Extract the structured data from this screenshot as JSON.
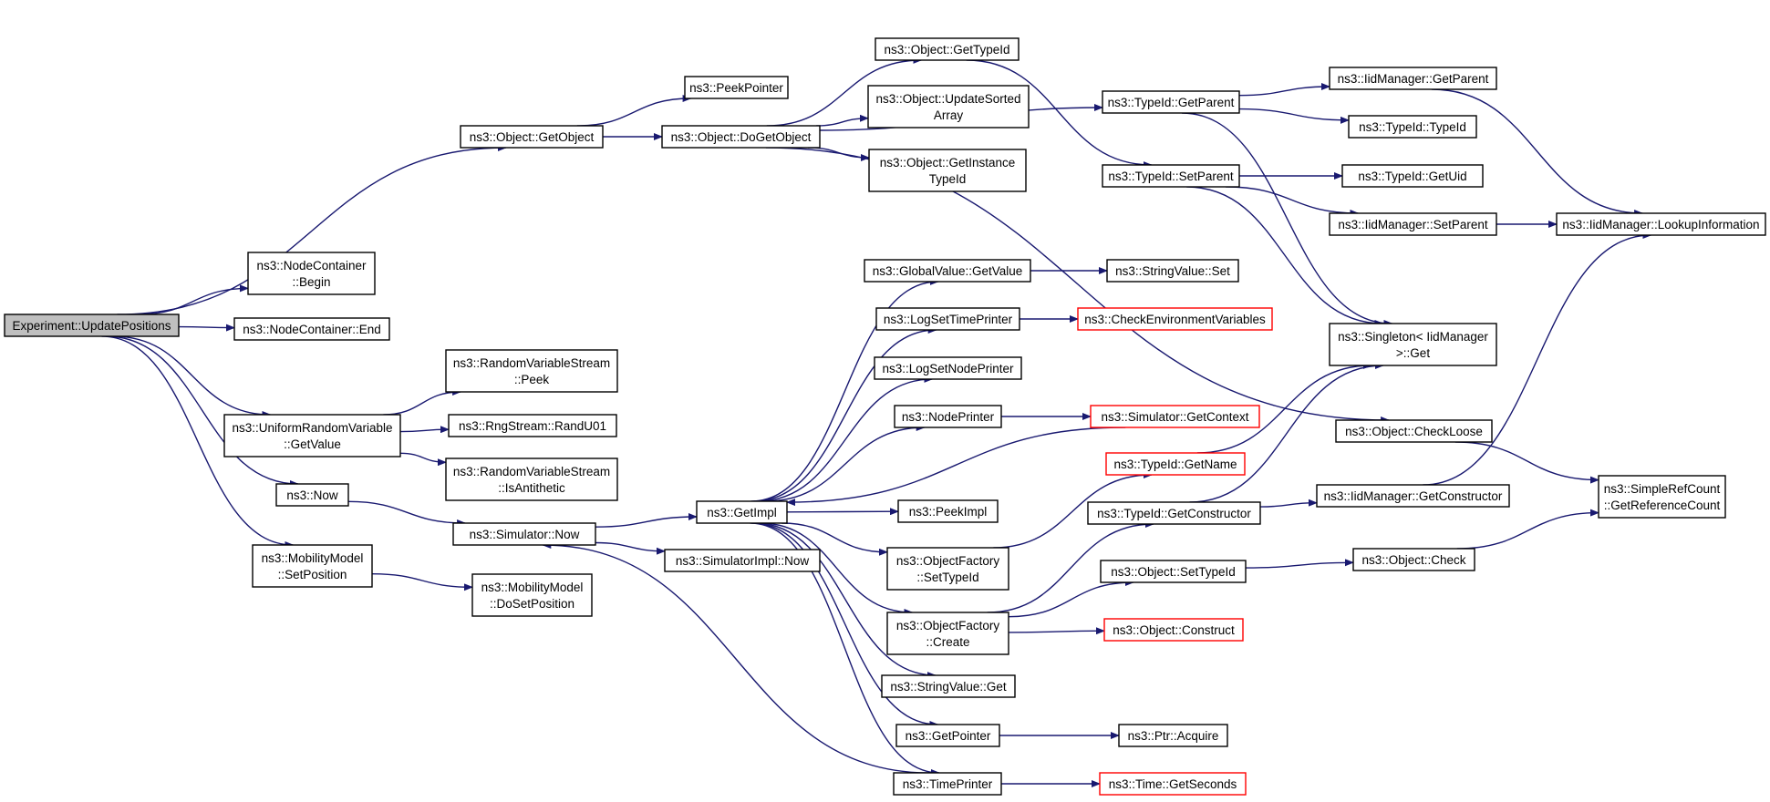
{
  "colors": {
    "edge": "#191970",
    "node_border": "#000000",
    "truncated_node_border": "#ff0000",
    "root_fill": "#bfbfbf",
    "background": "#ffffff"
  },
  "nodes": [
    {
      "id": "root",
      "lines": [
        "Experiment::UpdatePositions"
      ],
      "style": "root"
    },
    {
      "id": "nc_begin",
      "lines": [
        "ns3::NodeContainer",
        "::Begin"
      ]
    },
    {
      "id": "nc_end",
      "lines": [
        "ns3::NodeContainer::End"
      ]
    },
    {
      "id": "obj_getobject",
      "lines": [
        "ns3::Object::GetObject"
      ]
    },
    {
      "id": "peekpointer",
      "lines": [
        "ns3::PeekPointer"
      ]
    },
    {
      "id": "obj_dogetobject",
      "lines": [
        "ns3::Object::DoGetObject"
      ]
    },
    {
      "id": "obj_gettypeid",
      "lines": [
        "ns3::Object::GetTypeId"
      ]
    },
    {
      "id": "obj_updatesorted",
      "lines": [
        "ns3::Object::UpdateSorted",
        "Array"
      ]
    },
    {
      "id": "obj_getinstance",
      "lines": [
        "ns3::Object::GetInstance",
        "TypeId"
      ]
    },
    {
      "id": "tid_getparent",
      "lines": [
        "ns3::TypeId::GetParent"
      ]
    },
    {
      "id": "tid_setparent",
      "lines": [
        "ns3::TypeId::SetParent"
      ]
    },
    {
      "id": "iid_getparent",
      "lines": [
        "ns3::IidManager::GetParent"
      ]
    },
    {
      "id": "tid_typeid",
      "lines": [
        "ns3::TypeId::TypeId"
      ]
    },
    {
      "id": "tid_getuid",
      "lines": [
        "ns3::TypeId::GetUid"
      ]
    },
    {
      "id": "iid_setparent",
      "lines": [
        "ns3::IidManager::SetParent"
      ]
    },
    {
      "id": "iid_lookup",
      "lines": [
        "ns3::IidManager::LookupInformation"
      ]
    },
    {
      "id": "singleton_get",
      "lines": [
        "ns3::Singleton< IidManager",
        ">::Get"
      ]
    },
    {
      "id": "obj_checkloose",
      "lines": [
        "ns3::Object::CheckLoose"
      ]
    },
    {
      "id": "simplerefcount",
      "lines": [
        "ns3::SimpleRefCount",
        "::GetReferenceCount"
      ]
    },
    {
      "id": "iid_getconstructor",
      "lines": [
        "ns3::IidManager::GetConstructor"
      ]
    },
    {
      "id": "obj_check",
      "lines": [
        "ns3::Object::Check"
      ]
    },
    {
      "id": "rvs_peek",
      "lines": [
        "ns3::RandomVariableStream",
        "::Peek"
      ]
    },
    {
      "id": "urv_getvalue",
      "lines": [
        "ns3::UniformRandomVariable",
        "::GetValue"
      ]
    },
    {
      "id": "rng_randu01",
      "lines": [
        "ns3::RngStream::RandU01"
      ]
    },
    {
      "id": "rvs_isantithetic",
      "lines": [
        "ns3::RandomVariableStream",
        "::IsAntithetic"
      ]
    },
    {
      "id": "now",
      "lines": [
        "ns3::Now"
      ]
    },
    {
      "id": "sim_now",
      "lines": [
        "ns3::Simulator::Now"
      ]
    },
    {
      "id": "mm_setposition",
      "lines": [
        "ns3::MobilityModel",
        "::SetPosition"
      ]
    },
    {
      "id": "mm_dosetposition",
      "lines": [
        "ns3::MobilityModel",
        "::DoSetPosition"
      ]
    },
    {
      "id": "getimpl",
      "lines": [
        "ns3::GetImpl"
      ]
    },
    {
      "id": "simimpl_now",
      "lines": [
        "ns3::SimulatorImpl::Now"
      ]
    },
    {
      "id": "gv_getvalue",
      "lines": [
        "ns3::GlobalValue::GetValue"
      ]
    },
    {
      "id": "sv_set",
      "lines": [
        "ns3::StringValue::Set"
      ]
    },
    {
      "id": "logsettimeprinter",
      "lines": [
        "ns3::LogSetTimePrinter"
      ]
    },
    {
      "id": "checkenv",
      "lines": [
        "ns3::CheckEnvironmentVariables"
      ],
      "style": "red"
    },
    {
      "id": "logsetnodeprinter",
      "lines": [
        "ns3::LogSetNodePrinter"
      ]
    },
    {
      "id": "nodeprinter",
      "lines": [
        "ns3::NodePrinter"
      ]
    },
    {
      "id": "sim_getcontext",
      "lines": [
        "ns3::Simulator::GetContext"
      ],
      "style": "red"
    },
    {
      "id": "tid_getname",
      "lines": [
        "ns3::TypeId::GetName"
      ],
      "style": "red"
    },
    {
      "id": "peekimpl",
      "lines": [
        "ns3::PeekImpl"
      ]
    },
    {
      "id": "tid_getconstructor",
      "lines": [
        "ns3::TypeId::GetConstructor"
      ]
    },
    {
      "id": "of_settypeid",
      "lines": [
        "ns3::ObjectFactory",
        "::SetTypeId"
      ]
    },
    {
      "id": "obj_settypeid",
      "lines": [
        "ns3::Object::SetTypeId"
      ]
    },
    {
      "id": "of_create",
      "lines": [
        "ns3::ObjectFactory",
        "::Create"
      ]
    },
    {
      "id": "obj_construct",
      "lines": [
        "ns3::Object::Construct"
      ],
      "style": "red"
    },
    {
      "id": "sv_get",
      "lines": [
        "ns3::StringValue::Get"
      ]
    },
    {
      "id": "getpointer",
      "lines": [
        "ns3::GetPointer"
      ]
    },
    {
      "id": "ptr_acquire",
      "lines": [
        "ns3::Ptr::Acquire"
      ]
    },
    {
      "id": "timeprinter",
      "lines": [
        "ns3::TimePrinter"
      ]
    },
    {
      "id": "time_getseconds",
      "lines": [
        "ns3::Time::GetSeconds"
      ],
      "style": "red"
    }
  ],
  "edges": [
    [
      "root",
      "nc_begin"
    ],
    [
      "root",
      "nc_end"
    ],
    [
      "root",
      "obj_getobject"
    ],
    [
      "root",
      "urv_getvalue"
    ],
    [
      "root",
      "now"
    ],
    [
      "root",
      "mm_setposition"
    ],
    [
      "obj_getobject",
      "peekpointer"
    ],
    [
      "obj_getobject",
      "obj_dogetobject"
    ],
    [
      "obj_dogetobject",
      "obj_gettypeid"
    ],
    [
      "obj_dogetobject",
      "obj_updatesorted"
    ],
    [
      "obj_dogetobject",
      "obj_getinstance"
    ],
    [
      "obj_dogetobject",
      "tid_getparent"
    ],
    [
      "obj_dogetobject",
      "obj_checkloose"
    ],
    [
      "obj_gettypeid",
      "tid_setparent"
    ],
    [
      "tid_getparent",
      "iid_getparent"
    ],
    [
      "tid_getparent",
      "tid_typeid"
    ],
    [
      "tid_getparent",
      "singleton_get"
    ],
    [
      "iid_getparent",
      "iid_lookup"
    ],
    [
      "tid_setparent",
      "tid_getuid"
    ],
    [
      "tid_setparent",
      "iid_setparent"
    ],
    [
      "tid_setparent",
      "singleton_get"
    ],
    [
      "iid_setparent",
      "iid_lookup"
    ],
    [
      "obj_checkloose",
      "simplerefcount"
    ],
    [
      "iid_getconstructor",
      "iid_lookup"
    ],
    [
      "obj_check",
      "simplerefcount"
    ],
    [
      "urv_getvalue",
      "rvs_peek"
    ],
    [
      "urv_getvalue",
      "rng_randu01"
    ],
    [
      "urv_getvalue",
      "rvs_isantithetic"
    ],
    [
      "now",
      "sim_now"
    ],
    [
      "mm_setposition",
      "mm_dosetposition"
    ],
    [
      "sim_now",
      "getimpl"
    ],
    [
      "sim_now",
      "simimpl_now"
    ],
    [
      "getimpl",
      "gv_getvalue"
    ],
    [
      "getimpl",
      "logsettimeprinter"
    ],
    [
      "getimpl",
      "logsetnodeprinter"
    ],
    [
      "getimpl",
      "nodeprinter"
    ],
    [
      "getimpl",
      "peekimpl"
    ],
    [
      "getimpl",
      "of_settypeid"
    ],
    [
      "getimpl",
      "of_create"
    ],
    [
      "getimpl",
      "sv_get"
    ],
    [
      "getimpl",
      "getpointer"
    ],
    [
      "getimpl",
      "timeprinter"
    ],
    [
      "gv_getvalue",
      "sv_set"
    ],
    [
      "logsettimeprinter",
      "checkenv"
    ],
    [
      "nodeprinter",
      "sim_getcontext"
    ],
    [
      "sim_getcontext",
      "getimpl"
    ],
    [
      "tid_getname",
      "singleton_get"
    ],
    [
      "of_settypeid",
      "tid_getname"
    ],
    [
      "of_create",
      "tid_getconstructor"
    ],
    [
      "of_create",
      "obj_settypeid"
    ],
    [
      "of_create",
      "obj_construct"
    ],
    [
      "tid_getconstructor",
      "iid_getconstructor"
    ],
    [
      "tid_getconstructor",
      "singleton_get"
    ],
    [
      "obj_settypeid",
      "obj_check"
    ],
    [
      "getpointer",
      "ptr_acquire"
    ],
    [
      "timeprinter",
      "time_getseconds"
    ],
    [
      "timeprinter",
      "sim_now"
    ]
  ]
}
